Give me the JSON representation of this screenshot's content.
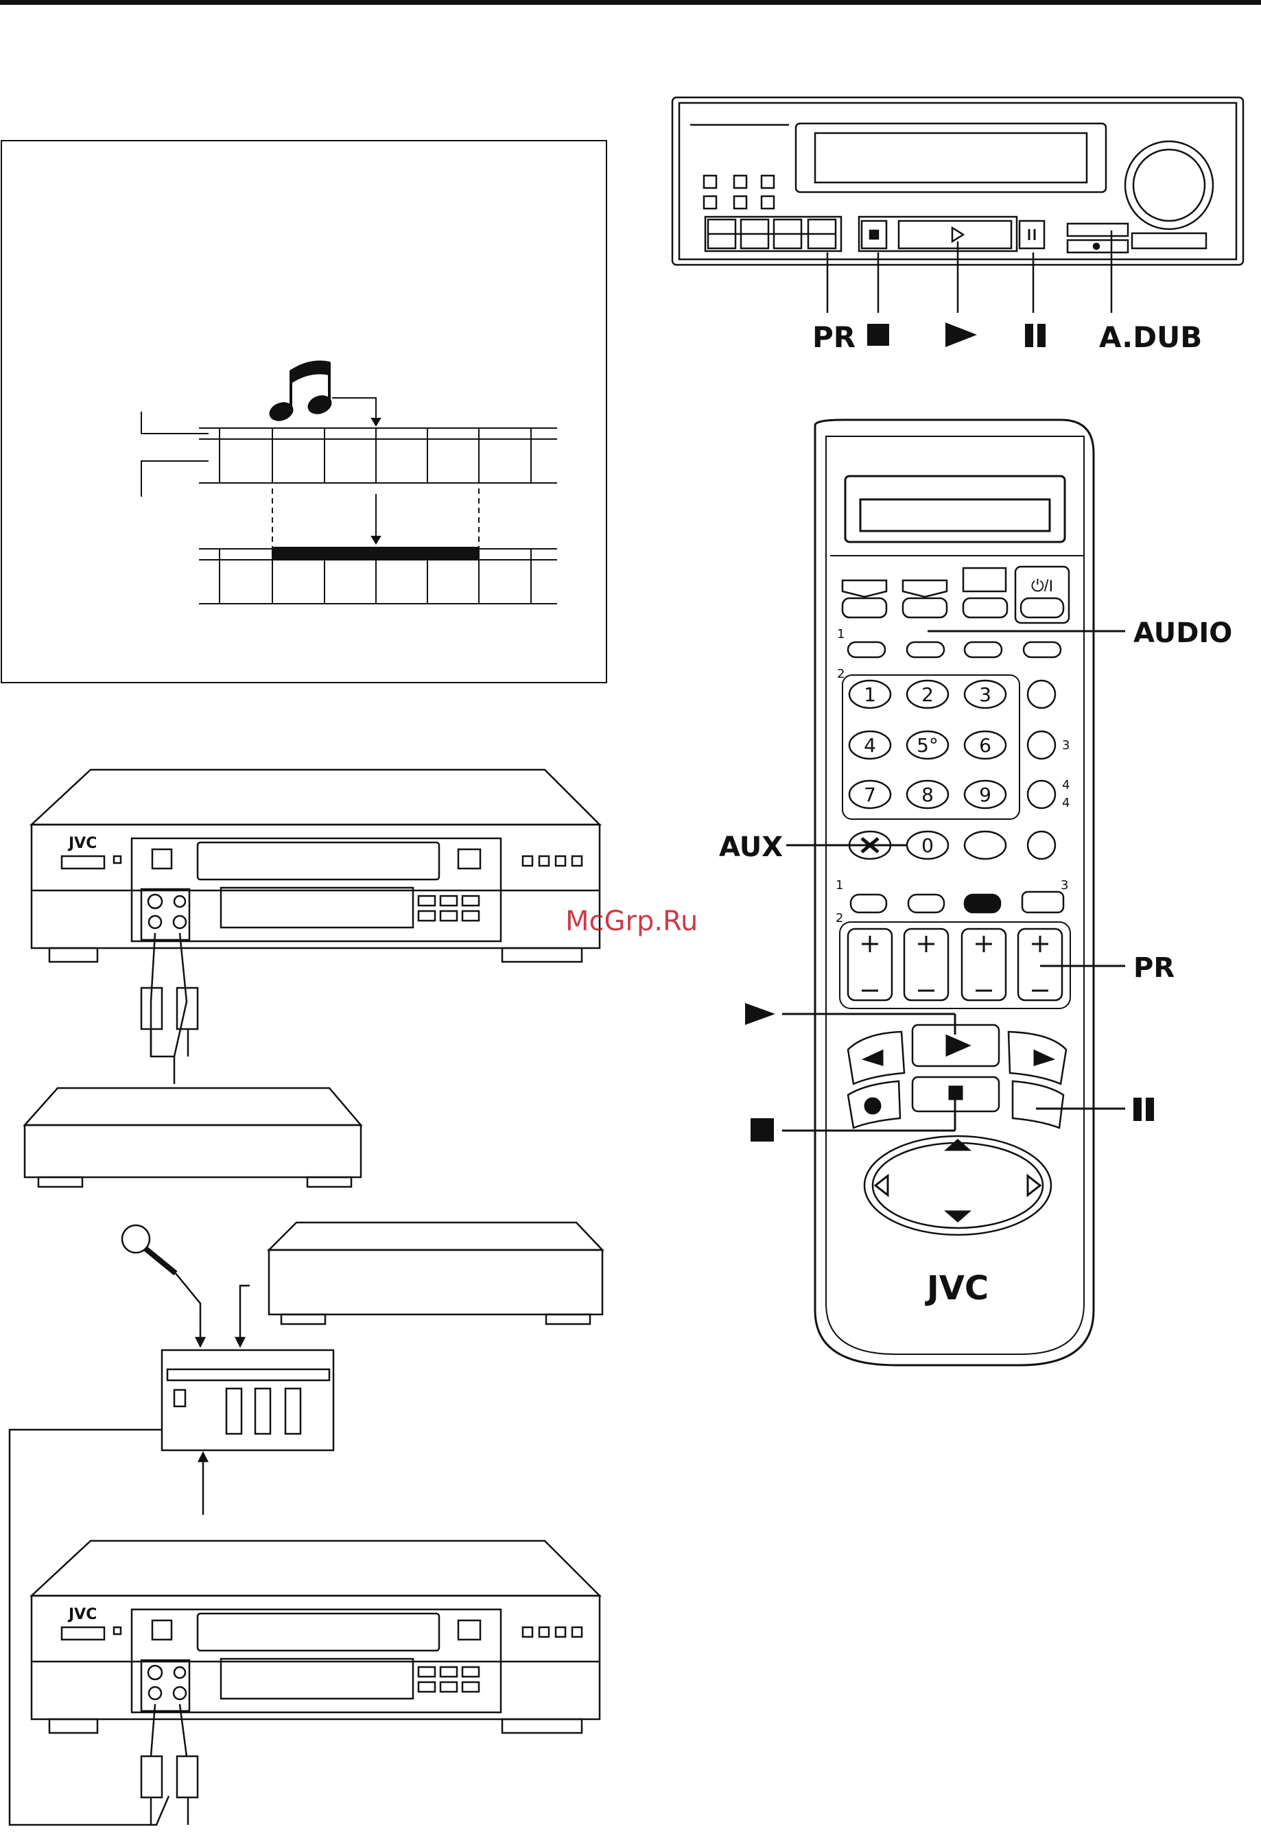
{
  "callouts": {
    "panel": {
      "pr": "PR",
      "stop": "■",
      "play": "▶",
      "pause": "II",
      "adub": "A.DUB"
    },
    "remote": {
      "audio": "AUDIO",
      "aux": "AUX",
      "pr": "PR",
      "play": "▶",
      "stop": "■",
      "pause": "II"
    }
  },
  "brand": {
    "vcr": "JVC",
    "remote": "JVC"
  },
  "remote_keys": {
    "numbers": [
      "1",
      "2",
      "3",
      "4",
      "5°",
      "6",
      "7",
      "8",
      "9",
      "0"
    ],
    "markers": [
      "1",
      "2",
      "3",
      "4",
      "4",
      "1",
      "2",
      "3"
    ],
    "power": "⏻/I",
    "plus": "+",
    "minus": "_"
  },
  "watermark": "McGrp.Ru",
  "colors": {
    "ink": "#111111",
    "accent": "#c11a2a"
  }
}
